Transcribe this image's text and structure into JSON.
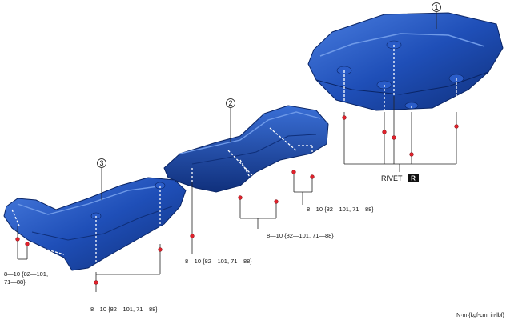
{
  "callouts": [
    "1",
    "2",
    "3"
  ],
  "rivet": {
    "label": "RIVET",
    "badge": "R"
  },
  "torques": {
    "part1_right": "8—10 {82—101, 71—88}",
    "part2_mid": "8—10 {82—101, 71—88}",
    "part3_bottom_right": "8—10 {82—101, 71—88}",
    "part3_bottom": "8—10 {82—101, 71—88}",
    "part3_left_line1": "8—10 {82—101,",
    "part3_left_line2": "71—88}"
  },
  "units": "N·m {kgf-cm, in-lbf}",
  "colors": {
    "shield": "#1f4fb8",
    "shield_dark": "#0f2f7a",
    "shield_light": "#4a7ee0",
    "bolt": "#e0202a"
  }
}
